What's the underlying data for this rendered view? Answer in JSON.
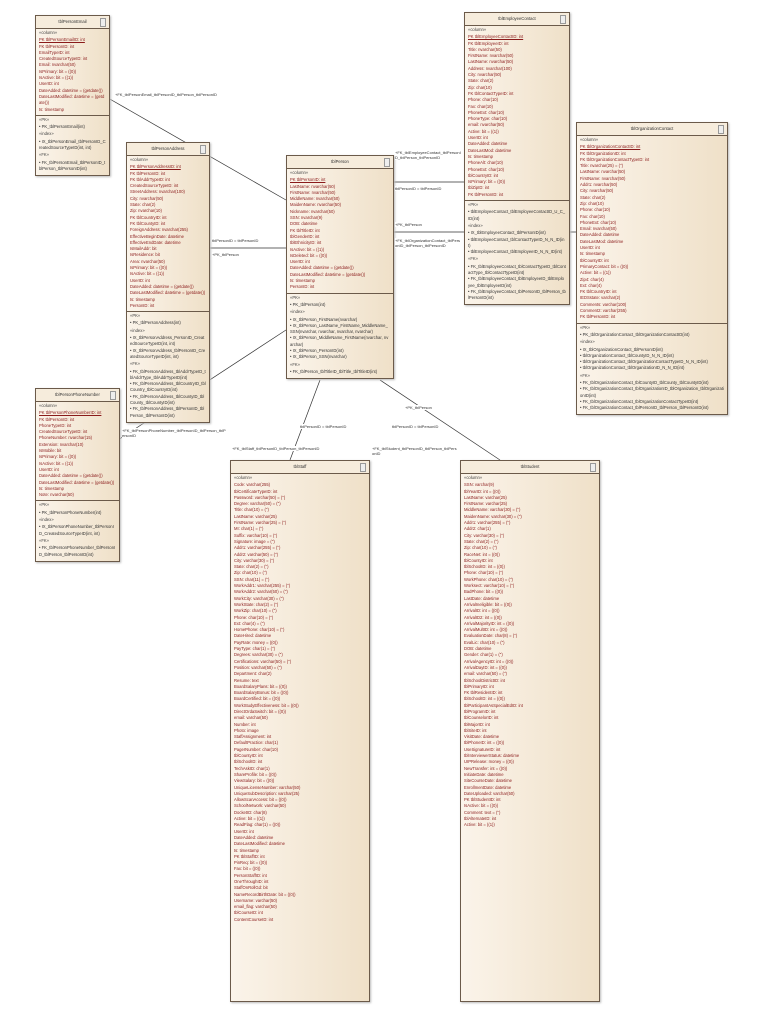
{
  "tables": [
    {
      "id": "email",
      "name": "tblPersonEmail",
      "columns": [
        "PK tblPersonEmailID: int",
        "FK tblPersonID: int",
        "EmailTypeID: int",
        "CreatedSourceTypeID: int",
        "Email: nvarchar(50)",
        "IsPrimary: bit = ((0))",
        "IsActive: bit = ((1))",
        "UserID: int",
        "DateAdded: datetime = (getdate())",
        "DateLastModified: datetime = (getdate())",
        "ts: timestamp"
      ],
      "keys": [
        [
          "«PK»",
          "PK_tblPersonEmail(int)"
        ],
        [
          "«index»",
          "IX_tblPersonEmail_tblPersonID_CreatedSourceTypeID(int, int)"
        ],
        [
          "«FK»",
          "FK_tblPersonEmail_tblPersonID_tblPerson_tblPersonID(int)"
        ]
      ]
    },
    {
      "id": "address",
      "name": "tblPersonAddress",
      "columns": [
        "PK tblPersonAddressID: int",
        "FK tblPersonID: int",
        "FK tblAddrTypeID: int",
        "CreatedSourceTypeID: int",
        "StreetAddress: nvarchar(100)",
        "City: nvarchar(50)",
        "State: char(2)",
        "Zip: nvarchar(10)",
        "FK tblCountryID: int",
        "FK tblCountyID: int",
        "ForeignAddress: nvarchar(255)",
        "EffectiveBeginDate: datetime",
        "EffectiveEndDate: datetime",
        "IsMailAddr: bit",
        "IsResidence: bit",
        "Area: nvarchar(50)",
        "IsPrimary: bit = ((0))",
        "IsActive: bit = ((1))",
        "UserID: int",
        "DateAdded: datetime = (getdate())",
        "DateLastModified: datetime = (getdate())",
        "ts: timestamp",
        "PersonID: int"
      ],
      "keys": [
        [
          "«PK»",
          "PK_tblPersonAddress(int)"
        ],
        [
          "«index»",
          "IX_tblPersonAddress_PersonID_CreatedSourceTypeID(int, int)",
          "IX_tblPersonAddress_tblPersonID_CreatedSourceTypeID(int, int)"
        ],
        [
          "«FK»",
          "FK_tblPersonAddress_tblAddrTypeID_tblAddrType_tblAddrTypeID(int)",
          "FK_tblPersonAddress_tblCountryID_tblCountry_tblCountryID(int)",
          "FK_tblPersonAddress_tblCountyID_tblCounty_tblCountyID(int)",
          "FK_tblPersonAddress_tblPersonID_tblPerson_tblPersonID(int)"
        ]
      ]
    },
    {
      "id": "person",
      "name": "tblPerson",
      "columns": [
        "PK tblPersonID: int",
        "LastName: nvarchar(50)",
        "FirstName: nvarchar(50)",
        "MiddleName: nvarchar(50)",
        "MaidenName: nvarchar(50)",
        "Nickname: nvarchar(50)",
        "SSN: nvarchar(9)",
        "DOB: datetime",
        "FK tblTitleID: int",
        "tblGenderID: int",
        "tblEthnicityID: int",
        "IsActive: bit = ((1))",
        "IsDeleted: bit = ((0))",
        "UserID: int",
        "DateAdded: datetime = (getdate())",
        "DateLastModified: datetime = (getdate())",
        "ts: timestamp",
        "PersonID: int"
      ],
      "keys": [
        [
          "«PK»",
          "PK_tblPerson(int)"
        ],
        [
          "«index»",
          "IX_tblPerson_FirstName(nvarchar)",
          "IX_tblPerson_LastName_FirstName_MiddleName_SSN(nvarchar, nvarchar, nvarchar, nvarchar)",
          "IX_tblPerson_MiddleName_FirstName(nvarchar, nvarchar)",
          "IX_tblPerson_PersonID(int)",
          "IX_tblPerson_SSN(nvarchar)"
        ],
        [
          "«FK»",
          "FK_tblPerson_tblTitleID_tblTitle_tblTitleID(int)"
        ]
      ]
    },
    {
      "id": "employee",
      "name": "tblEmployeeContact",
      "columns": [
        "PK tblEmployeeContactID: int",
        "FK tblEmployeeID: int",
        "Title: nvarchar(50)",
        "FirstName: nvarchar(50)",
        "LastName: nvarchar(50)",
        "Address: nvarchar(100)",
        "City: nvarchar(50)",
        "State: char(2)",
        "Zip: char(10)",
        "FK tblContactTypeID: int",
        "Phone: char(10)",
        "Fax: char(10)",
        "PhoneExt: char(10)",
        "PhoneType: char(10)",
        "email: nvarchar(50)",
        "Active: bit = ((1))",
        "UserID: int",
        "DateAdded: datetime",
        "DateLastMod: datetime",
        "ts: timestamp",
        "PhoneAlt: char(10)",
        "PhoneExt: char(10)",
        "tblCountryID: int",
        "IsPrimary: bit = ((0))",
        "tblZipID: int",
        "FK tblPersonID: int"
      ],
      "keys": [
        [
          "«PK»",
          "tblEmployeeContact_tblEmployeeContactID_U_C_ID(int)"
        ],
        [
          "«index»",
          "IX_tblEmployeeContact_tblPersonID(int)",
          "tblEmployeeContact_tblContactTypeID_N_N_ID(int)",
          "tblEmployeeContact_tblEmployeeID_N_N_ID(int)"
        ],
        [
          "«FK»",
          "FK_tblEmployeeContact_tblContactTypeID_tblContactType_tblContactTypeID(int)",
          "FK_tblEmployeeContact_tblEmployeeID_tblEmployee_tblEmployeeID(int)",
          "FK_tblEmployeeContact_tblPersonID_tblPerson_tblPersonID(int)"
        ]
      ]
    },
    {
      "id": "org",
      "name": "tblOrganizationContact",
      "columns": [
        "PK tblOrganizationContactID: int",
        "FK tblOrganizationID: int",
        "FK tblOrganizationContactTypeID: int",
        "Title: nvarchar(25) = ('')",
        "LastName: nvarchar(50)",
        "FirstName: nvarchar(50)",
        "Addr1: nvarchar(50)",
        "City: nvarchar(50)",
        "State: char(2)",
        "Zip: char(10)",
        "Phone: char(10)",
        "Fax: char(10)",
        "PhoneExt: char(10)",
        "Email: nvarchar(50)",
        "DateAdded: datetime",
        "DateLastMod: datetime",
        "UserID: int",
        "ts: timestamp",
        "tblCountyID: int",
        "PrimaryContact: bit = ((0))",
        "Active: bit = ((1))",
        "Zip4: char(4)",
        "Ext: char(4)",
        "FK tblCountryID: int",
        "IEDSstate: varchar(2)",
        "Comments: varchar(100)",
        "Comment2: varchar(255)",
        "FK tblPersonID: int"
      ],
      "keys": [
        [
          "«PK»",
          "PK_tblOrganizationContact_tblOrganizationContactID(int)"
        ],
        [
          "«index»",
          "IX_tblOrganizationContact_tblPersonID(int)",
          "tblOrganizationContact_tblCountyID_N_N_ID(int)",
          "tblOrganizationContact_tblOrganizationContactTypeID_N_N_ID(int)",
          "tblOrganizationContact_tblOrganizationID_N_N_ID(int)"
        ],
        [
          "«FK»",
          "FK_tblOrganizationContact_tblCountyID_tblCounty_tblCountyID(int)",
          "FK_tblOrganizationContact_tblOrganizationID_tblOrganization_tblOrganizationID(int)",
          "FK_tblOrganizationContact_tblOrganizationContactTypeID(int)",
          "FK_tblOrganizationContact_tblPersonID_tblPerson_tblPersonID(int)"
        ]
      ]
    },
    {
      "id": "phone",
      "name": "tblPersonPhoneNumber",
      "columns": [
        "PK tblPersonPhoneNumberID: int",
        "FK tblPersonID: int",
        "PhoneTypeID: int",
        "CreatedSourceTypeID: int",
        "PhoneNumber: nvarchar(15)",
        "Extension: nvarchar(10)",
        "IsMobile: bit",
        "IsPrimary: bit = ((0))",
        "IsActive: bit = ((1))",
        "UserID: int",
        "DateAdded: datetime = (getdate())",
        "DateLastModified: datetime = (getdate())",
        "ts: timestamp",
        "Note: nvarchar(50)"
      ],
      "keys": [
        [
          "«PK»",
          "PK_tblPersonPhoneNumber(int)"
        ],
        [
          "«index»",
          "IX_tblPersonPhoneNumber_tblPersonID_CreatedSourceTypeID(int, int)"
        ],
        [
          "«FK»",
          "FK_tblPersonPhoneNumber_tblPersonID_tblPerson_tblPersonID(int)"
        ]
      ]
    },
    {
      "id": "staff",
      "name": "tblStaff",
      "columns": [
        "Code: varchar(255)",
        "tblCertificateTypeID: int",
        "Password: varchar(50) = ('')",
        "Degree: varchar(50) = ('')",
        "Title: char(10) = ('')",
        "LastName: varchar(25)",
        "FirstName: varchar(25) = ('')",
        "MI: char(1) = ('')",
        "Suffix: varchar(10) = ('')",
        "Signature: image = ('')",
        "Addr1: varchar(255) = ('')",
        "Addr2: varchar(50) = ('')",
        "City: varchar(30) = ('')",
        "State: char(2) = ('')",
        "Zip: char(10) = ('')",
        "SSN: char(11) = ('')",
        "WorkAddr1: varchar(255) = ('')",
        "WorkAddr2: varchar(50) = ('')",
        "WorkCity: varchar(30) = ('')",
        "WorkState: char(2) = ('')",
        "WorkZip: char(10) = ('')",
        "Phone: char(10) = ('')",
        "Ext: char(4) = ('')",
        "HomePhone: char(10) = ('')",
        "DateHired: datetime",
        "PayRate: money = ((0))",
        "PayType: char(1) = ('')",
        "Degrees: varchar(30) = ('')",
        "Certifications: varchar(50) = ('')",
        "Position: varchar(50) = ('')",
        "Department: char(2)",
        "Resume: text",
        "BoardSalaryPlans: bit = ((0))",
        "BoardSalaryBonus: bit = ((0))",
        "BoardCertified: bit = ((0))",
        "WorkStudyEffectiveness: bit = ((0))",
        "DirectOrdaSwitch: bit = ((0))",
        "email: varchar(50)",
        "Number: int",
        "Photo: image",
        "StaffAssignment: int",
        "DefaultPractice: char(1)",
        "PagerNumber: char(10)",
        "tblCountyID: int",
        "tblSchoolID: int",
        "TechAskID: char(1)",
        "ShareProfile: bit = ((0))",
        "ViewSalary: bit = ((0))",
        "UniqueLicenseNumber: varchar(50)",
        "UniqueSubDescription: varchar(25)",
        "AllowScanAccess: bit = ((0))",
        "SchoolNetwork: varchar(50)",
        "DocketID: char(8)",
        "Active: bit = ((1))",
        "ReadFlag: char(1) = ((0))",
        "UserID: int",
        "DateAdded: datetime",
        "DateLastModified: datetime",
        "ts: timestamp",
        "PK tblStaffID: int",
        "PinReq: bit = ((0))",
        "Fax: bit = ((0))",
        "PersonStaffID: int",
        "OneThroughID: int",
        "StaffOnRollGd: bit",
        "NameRecordBirthDate: bit = ((0))",
        "Username: varchar(50)",
        "email_flag: varchar(50)",
        "tblCourseID: int",
        "ContentCourseID: int"
      ],
      "keys": []
    },
    {
      "id": "student",
      "name": "tblStudent",
      "columns": [
        "SSN: varchar(9)",
        "tblYearID: int = ((0))",
        "LastName: varchar(25)",
        "FirstName: varchar(25)",
        "MiddleName: varchar(30) = ('')",
        "MaidenName: varchar(30) = ('')",
        "Addr1: varchar(255) = ('')",
        "Addr2: char(1)",
        "City: varchar(30) = ('')",
        "State: char(2) = ('')",
        "Zip: char(10) = ('')",
        "RaceNet: int = ((0))",
        "tblCountyID: int",
        "tblSchoolID: int = ((0))",
        "Phone: char(10) = ('')",
        "WorkPhone: char(10) = ('')",
        "Worksect: varchar(10) = ('')",
        "BadPhone: bit = ((0))",
        "LastDate: datetime",
        "ArrivalIneligible: bit = ((0))",
        "ArrivalID: int = ((0))",
        "ArrivalID2: int = ((0))",
        "ArrivalMajorityID: int = ((0))",
        "ArrivalMultID: int = ((0))",
        "EvaluationDate: char(8) = ('')",
        "EvalLic: char(10) = ('')",
        "DOB: datetime",
        "Gender: char(1) = ('')",
        "ArrivalAgencyID: int = ((0))",
        "ArrivalDayID: int = ((0))",
        "email: varchar(50) = ('')",
        "tblSchoolDistrictID: int",
        "tblPrimaryID: int",
        "FK tblResidentID: int",
        "tblSchoolID: int = ((0))",
        "tblParticipantAsSpecialEdID: int",
        "tblProgramID: int",
        "tblCounselorID: int",
        "tblMajorID: int",
        "tblSiteID: int",
        "VisitDate: datetime",
        "tblPhoneID: int = ((0))",
        "UseSignatureID: int",
        "tblInterviewerStatus: datetime",
        "UIPRelease: money = ((0))",
        "NewTransfer: int = ((0))",
        "InitiateDate: datetime",
        "SiteCourseDate: datetime",
        "EnrollmentDate: datetime",
        "DateUploaded: varchar(50)",
        "PK tblStudentID: int",
        "IsActive: bit = ((0))",
        "Comment: text = ('')",
        "tblAlternateID: int",
        "Active: bit = ((1))"
      ],
      "keys": []
    }
  ],
  "relationships": [
    {
      "id": "r1",
      "label": "+FK_tblPersonEmail_tblPersonID_tblPerson_tblPersonID"
    },
    {
      "id": "r2",
      "label": "+FK_tblPersonAddress_tblPersonID_tblPerson_tblPersonID",
      "end": "+PK_tblPerson",
      "mult": "tblPersonID = tblPersonID"
    },
    {
      "id": "r3",
      "label": "+FK_tblEmployeeContact_tblPersonID_tblPerson_tblPersonID",
      "mult": "tblPersonID = tblPersonID"
    },
    {
      "id": "r4",
      "label": "+FK_tblOrganizationContact_tblPersonID_tblPerson_tblPersonID",
      "end": "+PK_tblPerson"
    },
    {
      "id": "r5",
      "label": "+FK_tblPersonPhoneNumber_tblPersonID_tblPerson_tblPersonID"
    },
    {
      "id": "r6",
      "label": "+FK_tblStaff_tblPersonID_tblPerson_tblPersonID",
      "mult": "tblPersonID = tblPersonID"
    },
    {
      "id": "r7",
      "label": "+FK_tblStudent_tblPersonID_tblPerson_tblPersonID",
      "mult": "tblPersonID = tblPersonID",
      "end": "+PK_tblPerson"
    }
  ]
}
